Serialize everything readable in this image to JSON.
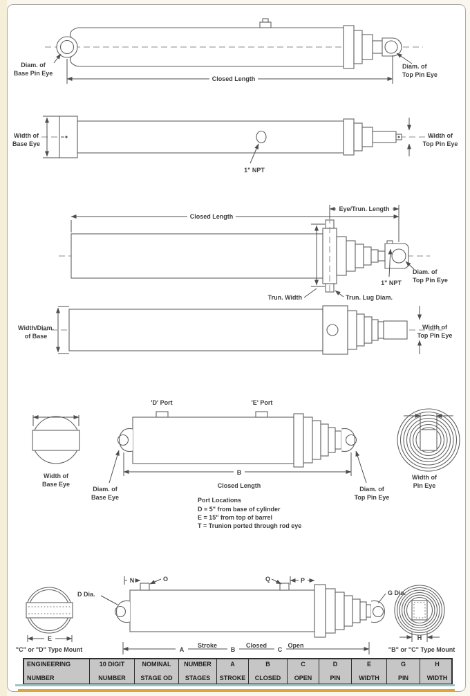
{
  "page": {
    "accent_teal": "#9dc4c1",
    "accent_gold": "#dda63d",
    "line_color": "#606060",
    "text_color": "#3c3c3c",
    "table_bg": "#c6c6c6"
  },
  "d1": {
    "base_label1": "Diam. of",
    "base_label2": "Base Pin Eye",
    "closed": "Closed Length",
    "top_label1": "Diam. of",
    "top_label2": "Top Pin Eye"
  },
  "d2": {
    "left1": "Width of",
    "left2": "Base Eye",
    "npt": "1\" NPT",
    "right1": "Width of",
    "right2": "Top Pin Eye"
  },
  "d3": {
    "eye_trun": "Eye/Trun. Length",
    "closed": "Closed Length",
    "top1": "Diam. of",
    "top2": "Top Pin Eye",
    "npt": "1\" NPT",
    "trun_width": "Trun. Width",
    "trun_lug": "Trun. Lug Diam."
  },
  "d4": {
    "left1": "Width/Diam.",
    "left2": "of Base",
    "right1": "Width of",
    "right2": "Top Pin Eye"
  },
  "d5": {
    "d_port": "'D' Port",
    "e_port": "'E' Port",
    "base_w1": "Width of",
    "base_w2": "Base Eye",
    "base_d1": "Diam. of",
    "base_d2": "Base Eye",
    "b": "B",
    "closed": "Closed Length",
    "top_d1": "Diam. of",
    "top_d2": "Top Pin Eye",
    "pin_w1": "Width of",
    "pin_w2": "Pin Eye",
    "ports_title": "Port Locations",
    "ports_d": "D = 5\" from base of cylinder",
    "ports_e": "E = 15\" from top of barrel",
    "ports_t": "T = Trunion ported through rod eye"
  },
  "d6": {
    "d_dia": "D Dia.",
    "n": "N",
    "o": "O",
    "q": "Q",
    "p": "P",
    "g_dia": "G Dia.",
    "e": "E",
    "h": "H",
    "a": "A",
    "stroke": "Stroke",
    "b": "B",
    "closed": "Closed",
    "c": "C",
    "open": "Open",
    "mount_left": "\"C\" or \"D\" Type Mount",
    "mount_right": "\"B\" or \"C\" Type Mount"
  },
  "table": {
    "columns": [
      [
        "ENGINEERING",
        "NUMBER"
      ],
      [
        "10 DIGIT",
        "NUMBER"
      ],
      [
        "NOMINAL",
        "STAGE OD"
      ],
      [
        "NUMBER",
        "STAGES"
      ],
      [
        "A",
        "STROKE"
      ],
      [
        "B",
        "CLOSED"
      ],
      [
        "C",
        "OPEN"
      ],
      [
        "D",
        "PIN"
      ],
      [
        "E",
        "WIDTH"
      ],
      [
        "G",
        "PIN"
      ],
      [
        "H",
        "WIDTH"
      ]
    ]
  }
}
